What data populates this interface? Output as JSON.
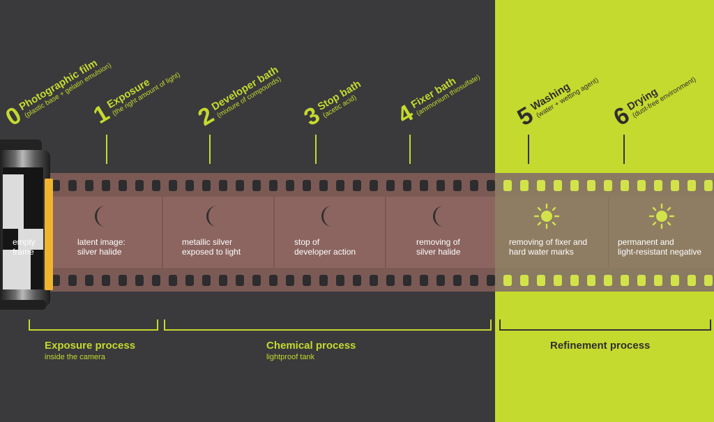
{
  "colors": {
    "accent": "#c5da2e",
    "background": "#3a393c"
  },
  "steps": [
    {
      "num": "0",
      "name": "Photographic film",
      "sub": "(plastic base + gelatin emulsion)"
    },
    {
      "num": "1",
      "name": "Exposure",
      "sub": "(the right amount of light)"
    },
    {
      "num": "2",
      "name": "Developer bath",
      "sub": "(mixture of compounds)"
    },
    {
      "num": "3",
      "name": "Stop bath",
      "sub": "(acetic acid)"
    },
    {
      "num": "4",
      "name": "Fixer bath",
      "sub": "(ammonium thiosulfate)"
    },
    {
      "num": "5",
      "name": "Washing",
      "sub": "(water + wetting agent)"
    },
    {
      "num": "6",
      "name": "Drying",
      "sub": "(dust-free environment)"
    }
  ],
  "frames": [
    {
      "caption1": "empty",
      "caption2": "frame",
      "icon": "film-canister-icon"
    },
    {
      "caption1": "latent image:",
      "caption2": "silver halide",
      "icon": "moon-icon"
    },
    {
      "caption1": "metallic silver",
      "caption2": "exposed to light",
      "icon": "moon-icon"
    },
    {
      "caption1": "stop of",
      "caption2": "developer action",
      "icon": "moon-icon"
    },
    {
      "caption1": "removing of",
      "caption2": "silver halide",
      "icon": "moon-icon"
    },
    {
      "caption1": "removing of fixer and",
      "caption2": "hard water marks",
      "icon": "sun-icon"
    },
    {
      "caption1": "permanent and",
      "caption2": "light-resistant negative",
      "icon": "sun-icon"
    }
  ],
  "processes": [
    {
      "title": "Exposure process",
      "sub": "inside the camera"
    },
    {
      "title": "Chemical process",
      "sub": "lightproof tank"
    },
    {
      "title": "Refinement process",
      "sub": ""
    }
  ]
}
